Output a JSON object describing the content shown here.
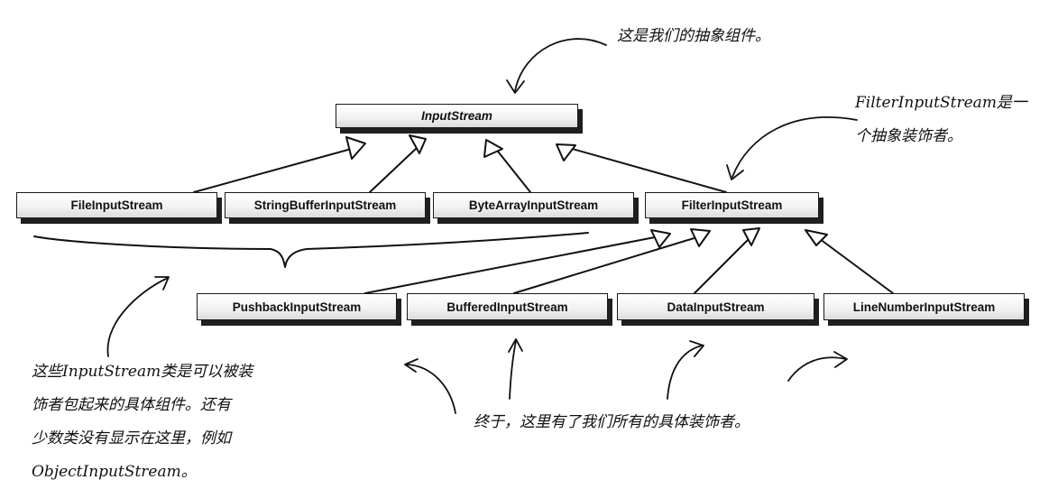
{
  "classes": {
    "input_stream": "InputStream",
    "file_input_stream": "FileInputStream",
    "string_buffer_input_stream": "StringBufferInputStream",
    "byte_array_input_stream": "ByteArrayInputStream",
    "filter_input_stream": "FilterInputStream",
    "pushback_input_stream": "PushbackInputStream",
    "buffered_input_stream": "BufferedInputStream",
    "data_input_stream": "DataInputStream",
    "line_number_input_stream": "LineNumberInputStream"
  },
  "annotations": {
    "abstract_component": "这是我们的抽象组件。",
    "abstract_decorator_line1": "FilterInputStream是一",
    "abstract_decorator_line2": "个抽象装饰者。",
    "concrete_components_line1": "这些InputStream类是可以被装",
    "concrete_components_line2": "饰者包起来的具体组件。还有",
    "concrete_components_line3": "少数类没有显示在这里，例如",
    "concrete_components_line4": "ObjectInputStream。",
    "concrete_decorators": "终于，这里有了我们所有的具体装饰者。"
  }
}
